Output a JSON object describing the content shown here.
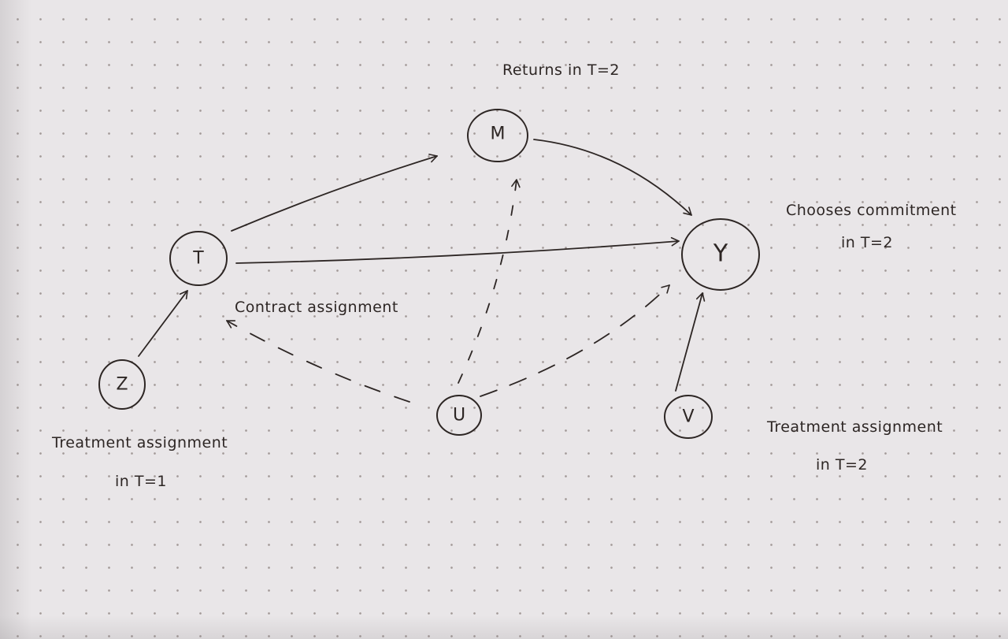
{
  "diagram": {
    "nodes": {
      "z": {
        "label": "Z"
      },
      "t": {
        "label": "T"
      },
      "m": {
        "label": "M"
      },
      "y": {
        "label": "Y"
      },
      "u": {
        "label": "U"
      },
      "v": {
        "label": "V"
      }
    },
    "annotations": {
      "returns": "Returns in T=2",
      "chooses_line1": "Chooses commitment",
      "chooses_line2": "in T=2",
      "contract": "Contract assignment",
      "treat1_line1": "Treatment assignment",
      "treat1_line2": "in T=1",
      "treat2_line1": "Treatment assignment",
      "treat2_line2": "in T=2"
    },
    "edges": [
      {
        "from": "Z",
        "to": "T",
        "style": "solid"
      },
      {
        "from": "T",
        "to": "M",
        "style": "solid"
      },
      {
        "from": "T",
        "to": "Y",
        "style": "solid"
      },
      {
        "from": "M",
        "to": "Y",
        "style": "solid"
      },
      {
        "from": "V",
        "to": "Y",
        "style": "solid"
      },
      {
        "from": "U",
        "to": "M",
        "style": "dashed"
      },
      {
        "from": "U",
        "to": "T",
        "style": "dashed"
      },
      {
        "from": "U",
        "to": "Y",
        "style": "dashed"
      }
    ]
  }
}
